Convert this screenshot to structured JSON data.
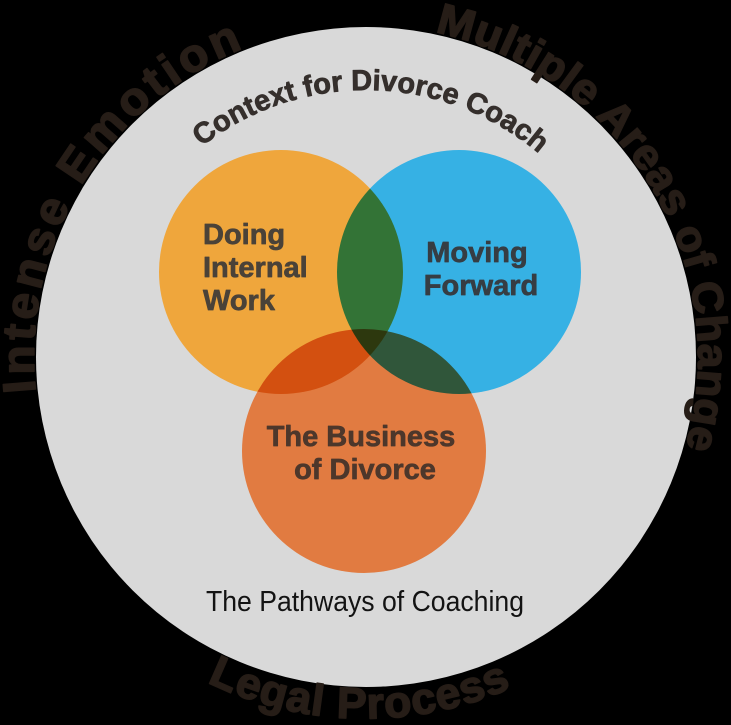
{
  "canvas": {
    "background": "#000000"
  },
  "ring_labels": {
    "color": "#261d17",
    "left": "Intense Emotion",
    "right": "Multiple Areas of Change",
    "bottom": "Legal Process"
  },
  "context_circle": {
    "fill": "#d9d9d9",
    "heading": "Context for Divorce Coach",
    "heading_color": "#352f2c",
    "caption": "The Pathways of Coaching",
    "caption_color": "#131313"
  },
  "venn": {
    "circles": [
      {
        "name": "doing-internal-work",
        "fill": "#efa63c",
        "text_color": "#4a4238",
        "label_lines": [
          "Doing",
          "Internal",
          "Work"
        ]
      },
      {
        "name": "moving-forward",
        "fill": "#36b1e4",
        "text_color": "#363d43",
        "label_lines": [
          "Moving",
          "Forward"
        ]
      },
      {
        "name": "the-business-of-divorce",
        "fill": "#e17b41",
        "text_color": "#4d372b",
        "label_lines": [
          "The Business",
          "of Divorce"
        ]
      }
    ]
  }
}
